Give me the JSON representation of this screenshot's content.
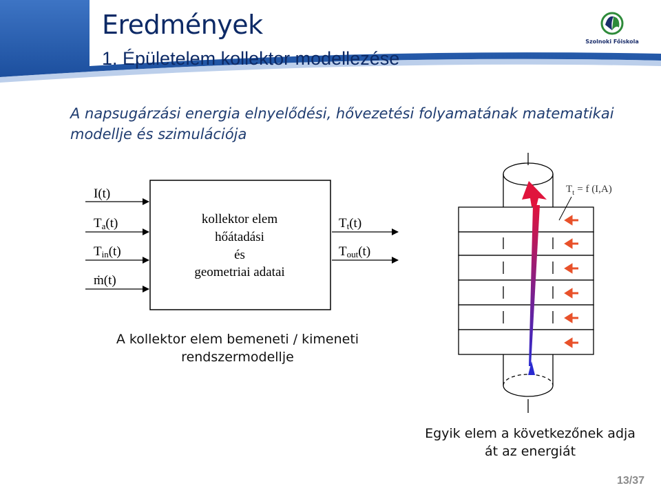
{
  "header": {
    "title": "Eredmények",
    "subtitle": "1. Épületelem kollektor modellezése",
    "logo_text": "Szolnoki Főiskola",
    "colors": {
      "band": "#2a5fb0",
      "band_dark": "#163f85",
      "title": "#0d2a66"
    }
  },
  "lead": {
    "line1": "A napsugárzási energia elnyelődési, hővezetési folyamatának matematikai",
    "line2": "modellje és szimulációja"
  },
  "block_diagram": {
    "inputs": [
      {
        "main": "I(t)",
        "sub": "",
        "rest": ""
      },
      {
        "main": "T",
        "sub": "a",
        "rest": "(t)"
      },
      {
        "main": "T",
        "sub": "in",
        "rest": "(t)"
      },
      {
        "main": "ṁ(t)",
        "sub": "",
        "rest": ""
      }
    ],
    "box_lines": [
      "kollektor elem",
      "hőátadási",
      "és",
      "geometriai adatai"
    ],
    "outputs": [
      {
        "main": "T",
        "sub": "t",
        "rest": "(t)"
      },
      {
        "main": "T",
        "sub": "out",
        "rest": "(t)"
      }
    ]
  },
  "element_diagram": {
    "label_main": "T",
    "label_sub": "t",
    "label_rest": "= f (I,A)",
    "colors": {
      "heat_arrow": "#e8512a",
      "flow_top": "#e0143c",
      "flow_bottom": "#2a2ad0"
    }
  },
  "captions": {
    "left_line1": "A kollektor elem bemeneti / kimeneti",
    "left_line2": "rendszermodellje",
    "right_line1": "Egyik elem a következőnek adja",
    "right_line2": "át az energiát"
  },
  "page_number": "13/37"
}
